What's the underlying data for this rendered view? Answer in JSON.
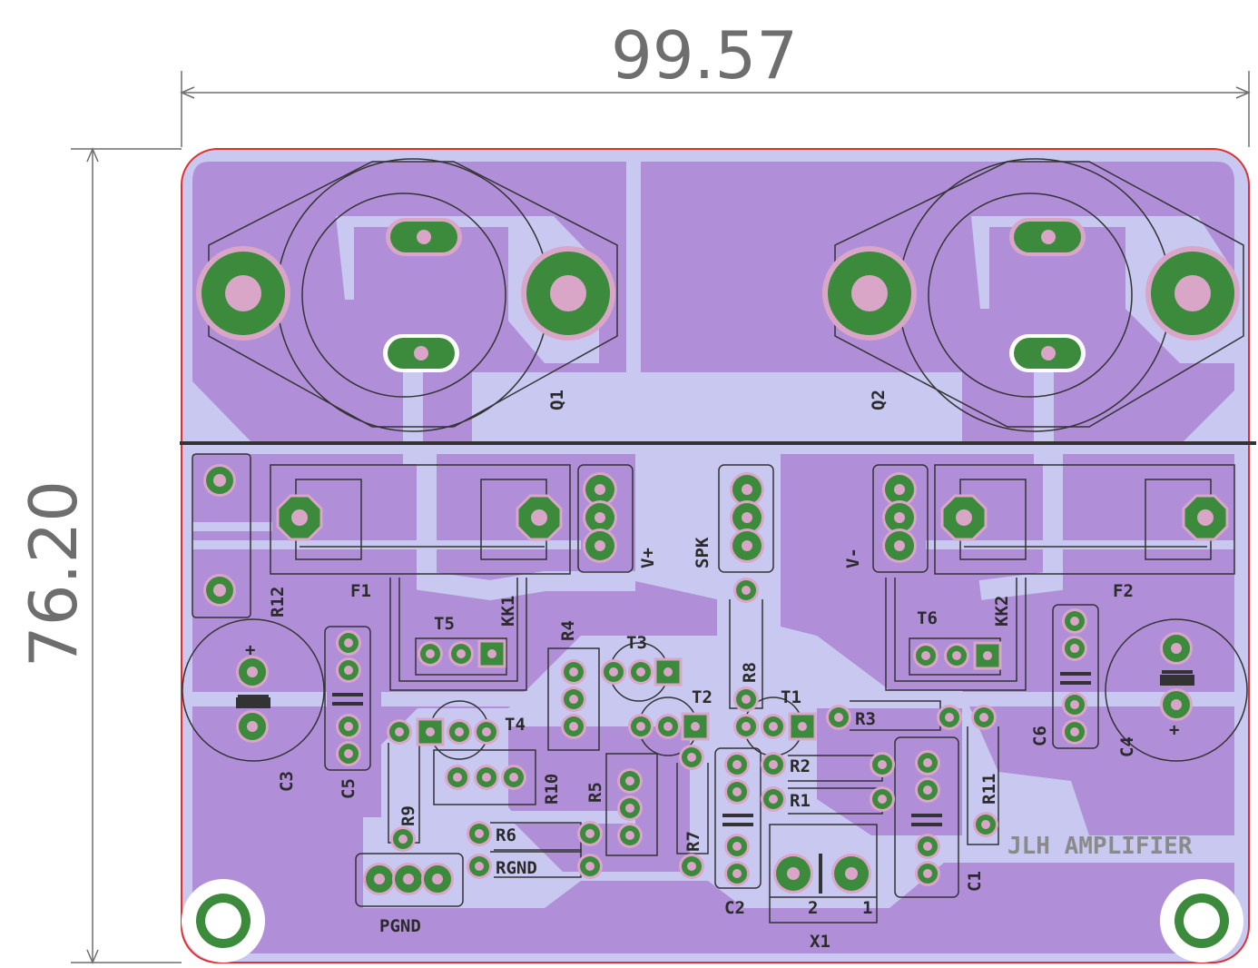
{
  "dimensions": {
    "width_mm": "99.57",
    "height_mm": "76.20"
  },
  "board_title": "JLH AMPLIFIER",
  "labels": {
    "q1": "Q1",
    "q2": "Q2",
    "r12": "R12",
    "f1": "F1",
    "f2": "F2",
    "v_plus": "V+",
    "spk": "SPK",
    "v_minus": "V-",
    "t5": "T5",
    "kk1": "KK1",
    "t6": "T6",
    "kk2": "KK2",
    "r4": "R4",
    "t3": "T3",
    "r8": "R8",
    "t2": "T2",
    "t1": "T1",
    "t4": "T4",
    "r3": "R3",
    "r2": "R2",
    "r1": "R1",
    "c3": "C3",
    "c5": "C5",
    "r9": "R9",
    "r10": "R10",
    "r5": "R5",
    "r6": "R6",
    "rgnd": "RGND",
    "r7": "R7",
    "c2": "C2",
    "x1": "X1",
    "c1": "C1",
    "r11": "R11",
    "c6": "C6",
    "c4": "C4",
    "pgnd": "PGND",
    "plus_c3": "+",
    "plus_c4": "+",
    "x1_pin2": "2",
    "x1_pin1": "1"
  },
  "colors": {
    "copper_fill": "#b08fd8",
    "clearance": "#c8c8f0",
    "pad": "#3c8a3c",
    "pad_ring": "#d9a6c8",
    "drill": "#d9a6c8",
    "outline": "#e03030",
    "silk": "#333333"
  }
}
